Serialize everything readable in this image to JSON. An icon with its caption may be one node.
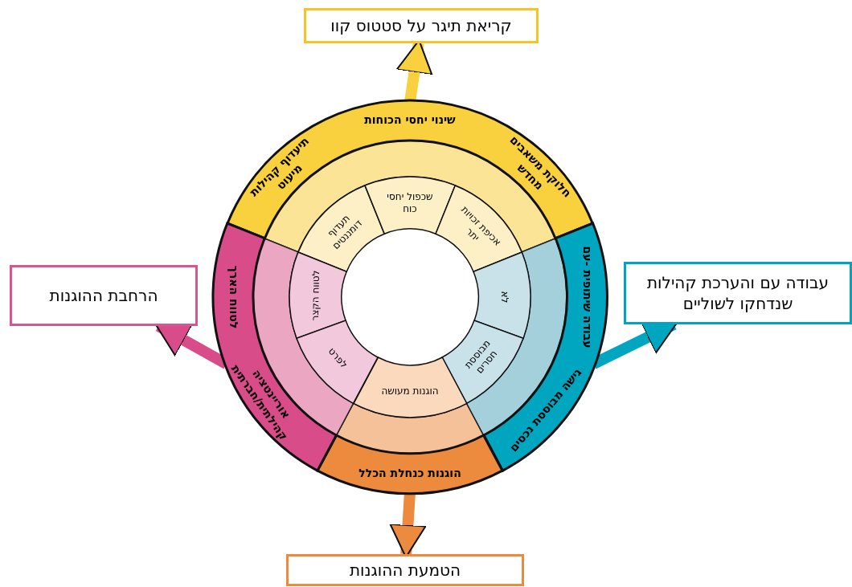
{
  "diagram": {
    "nodes": [
      {
        "text": [
          "קריאת תיגר על סטטוס קוו"
        ]
      },
      {
        "text": [
          "עבודה עם והערכת קהילות שנדחקו לשוליים"
        ]
      },
      {
        "text": [
          "הטמעת ההוגנות"
        ]
      },
      {
        "text": [
          "הרחבת ההוגנות"
        ]
      },
      {
        "text": [
          "תיעדוף קהילות מיעוט",
          "שינוי יחסי הכוחות",
          "חלוקת משאבים מחדש"
        ]
      },
      {
        "text": [
          "עבודה שיתופית -עם",
          "גישה מבוססת נכסים"
        ]
      },
      {
        "text": [
          "הוגנות כנחלת הכלל"
        ]
      },
      {
        "text": [
          "לטווח הארך",
          "אוריינטציה קהילתית/חברתית"
        ]
      },
      {
        "text": [
          "תעדוף דומננטים"
        ]
      },
      {
        "text": [
          "שכפול יחסי כוח"
        ]
      },
      {
        "text": [
          "אכיפת זכויות יתר"
        ]
      },
      {
        "text": [
          "לא"
        ]
      },
      {
        "text": [
          "מבוססת חסרים"
        ]
      },
      {
        "text": [
          "הוגנות מעושה"
        ]
      },
      {
        "text": [
          "לטווח הקצר"
        ]
      },
      {
        "text": [
          "לפרט"
        ]
      },
      {
        "text": [],
        "shape": "band"
      },
      {
        "text": [],
        "shape": "band"
      },
      {
        "text": [],
        "shape": "band"
      },
      {
        "text": [],
        "shape": "band"
      }
    ],
    "edges": [
      {
        "from": 4,
        "to": 0,
        "arrow": "to",
        "color": "#f9d13e"
      },
      {
        "from": 5,
        "to": 1,
        "arrow": "to",
        "color": "#00a5c0"
      },
      {
        "from": 6,
        "to": 2,
        "arrow": "to",
        "color": "#ec8a3d"
      },
      {
        "from": 7,
        "to": 3,
        "arrow": "to",
        "color": "#d94c8a"
      }
    ]
  }
}
